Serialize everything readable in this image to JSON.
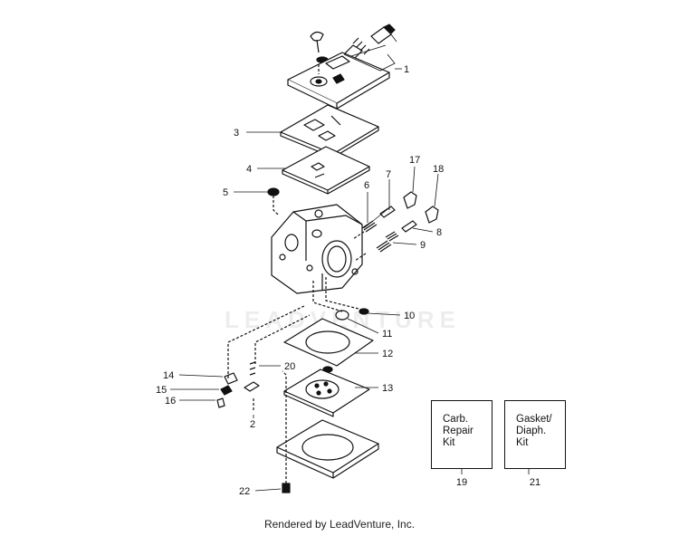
{
  "watermark": "LEADVENTURE",
  "credit": "Rendered by LeadVenture, Inc.",
  "callouts": [
    "1",
    "3",
    "4",
    "5",
    "6",
    "7",
    "17",
    "18",
    "8",
    "9",
    "10",
    "11",
    "12",
    "20",
    "14",
    "15",
    "16",
    "2",
    "13",
    "22"
  ],
  "kits": [
    {
      "lines": [
        "Carb.",
        "Repair",
        "Kit"
      ],
      "number": "19"
    },
    {
      "lines": [
        "Gasket/",
        "Diaph.",
        "Kit"
      ],
      "number": "21"
    }
  ]
}
